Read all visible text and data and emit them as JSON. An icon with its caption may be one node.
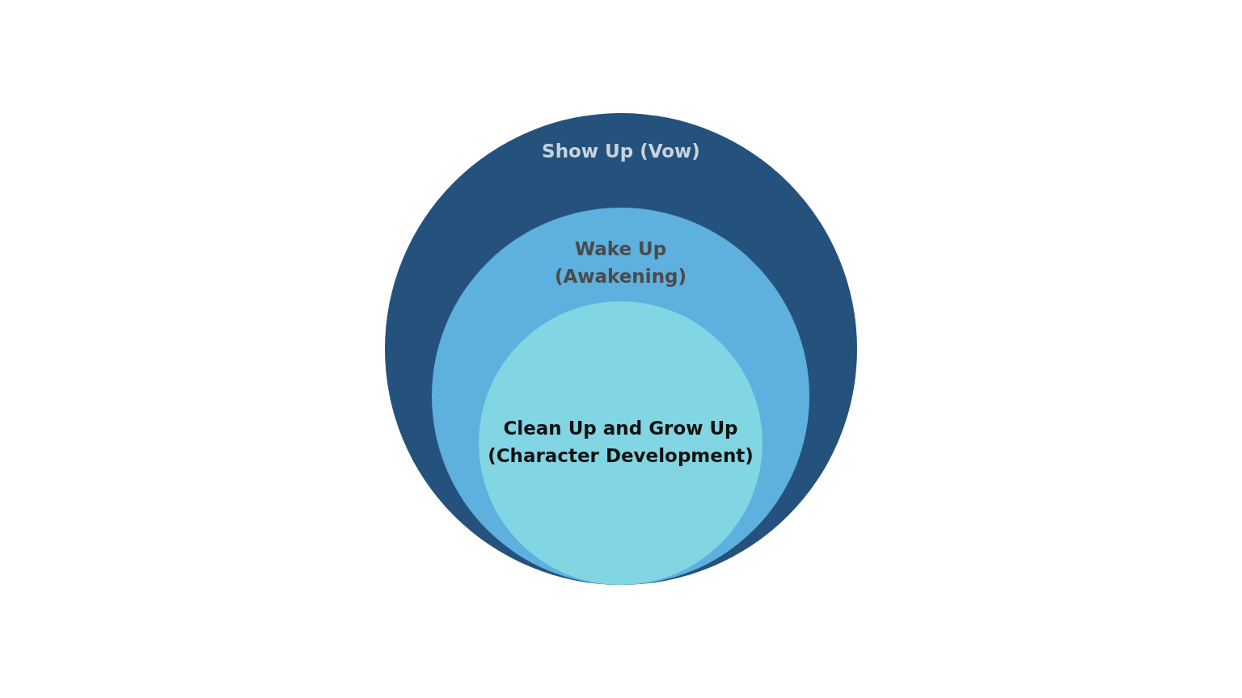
{
  "diagram": {
    "nodes": [
      {
        "text": [
          "Show Up (Vow)"
        ]
      },
      {
        "text": [
          "Wake Up (Awakening)"
        ],
        "in": 0
      },
      {
        "text": [
          "Clean Up and Grow Up (Character Development)"
        ],
        "in": 1
      }
    ]
  }
}
